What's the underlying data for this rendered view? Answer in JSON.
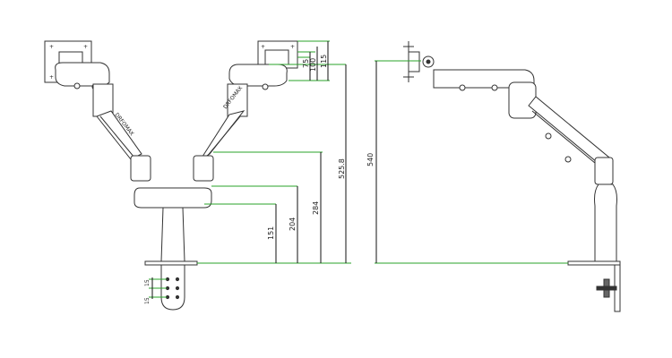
{
  "colors": {
    "outline": "#333333",
    "dimension_line": "#2aa32a",
    "dimension_arrow": "#111111",
    "part_fill": "#ffffff",
    "shade": "#cfcfcf",
    "mount_plate": "#f2f2f2"
  },
  "front_view": {
    "dimensions": {
      "d151": "151",
      "d204": "204",
      "d284": "284",
      "d525": "525.8",
      "d75": "75",
      "d100": "100",
      "d115": "115",
      "d15a": "15",
      "d15b": "15"
    },
    "arm_label_left": "DRFOMAX",
    "arm_label_right": "DRFOMAX"
  },
  "side_view": {
    "dimensions": {
      "d540": "540"
    }
  }
}
